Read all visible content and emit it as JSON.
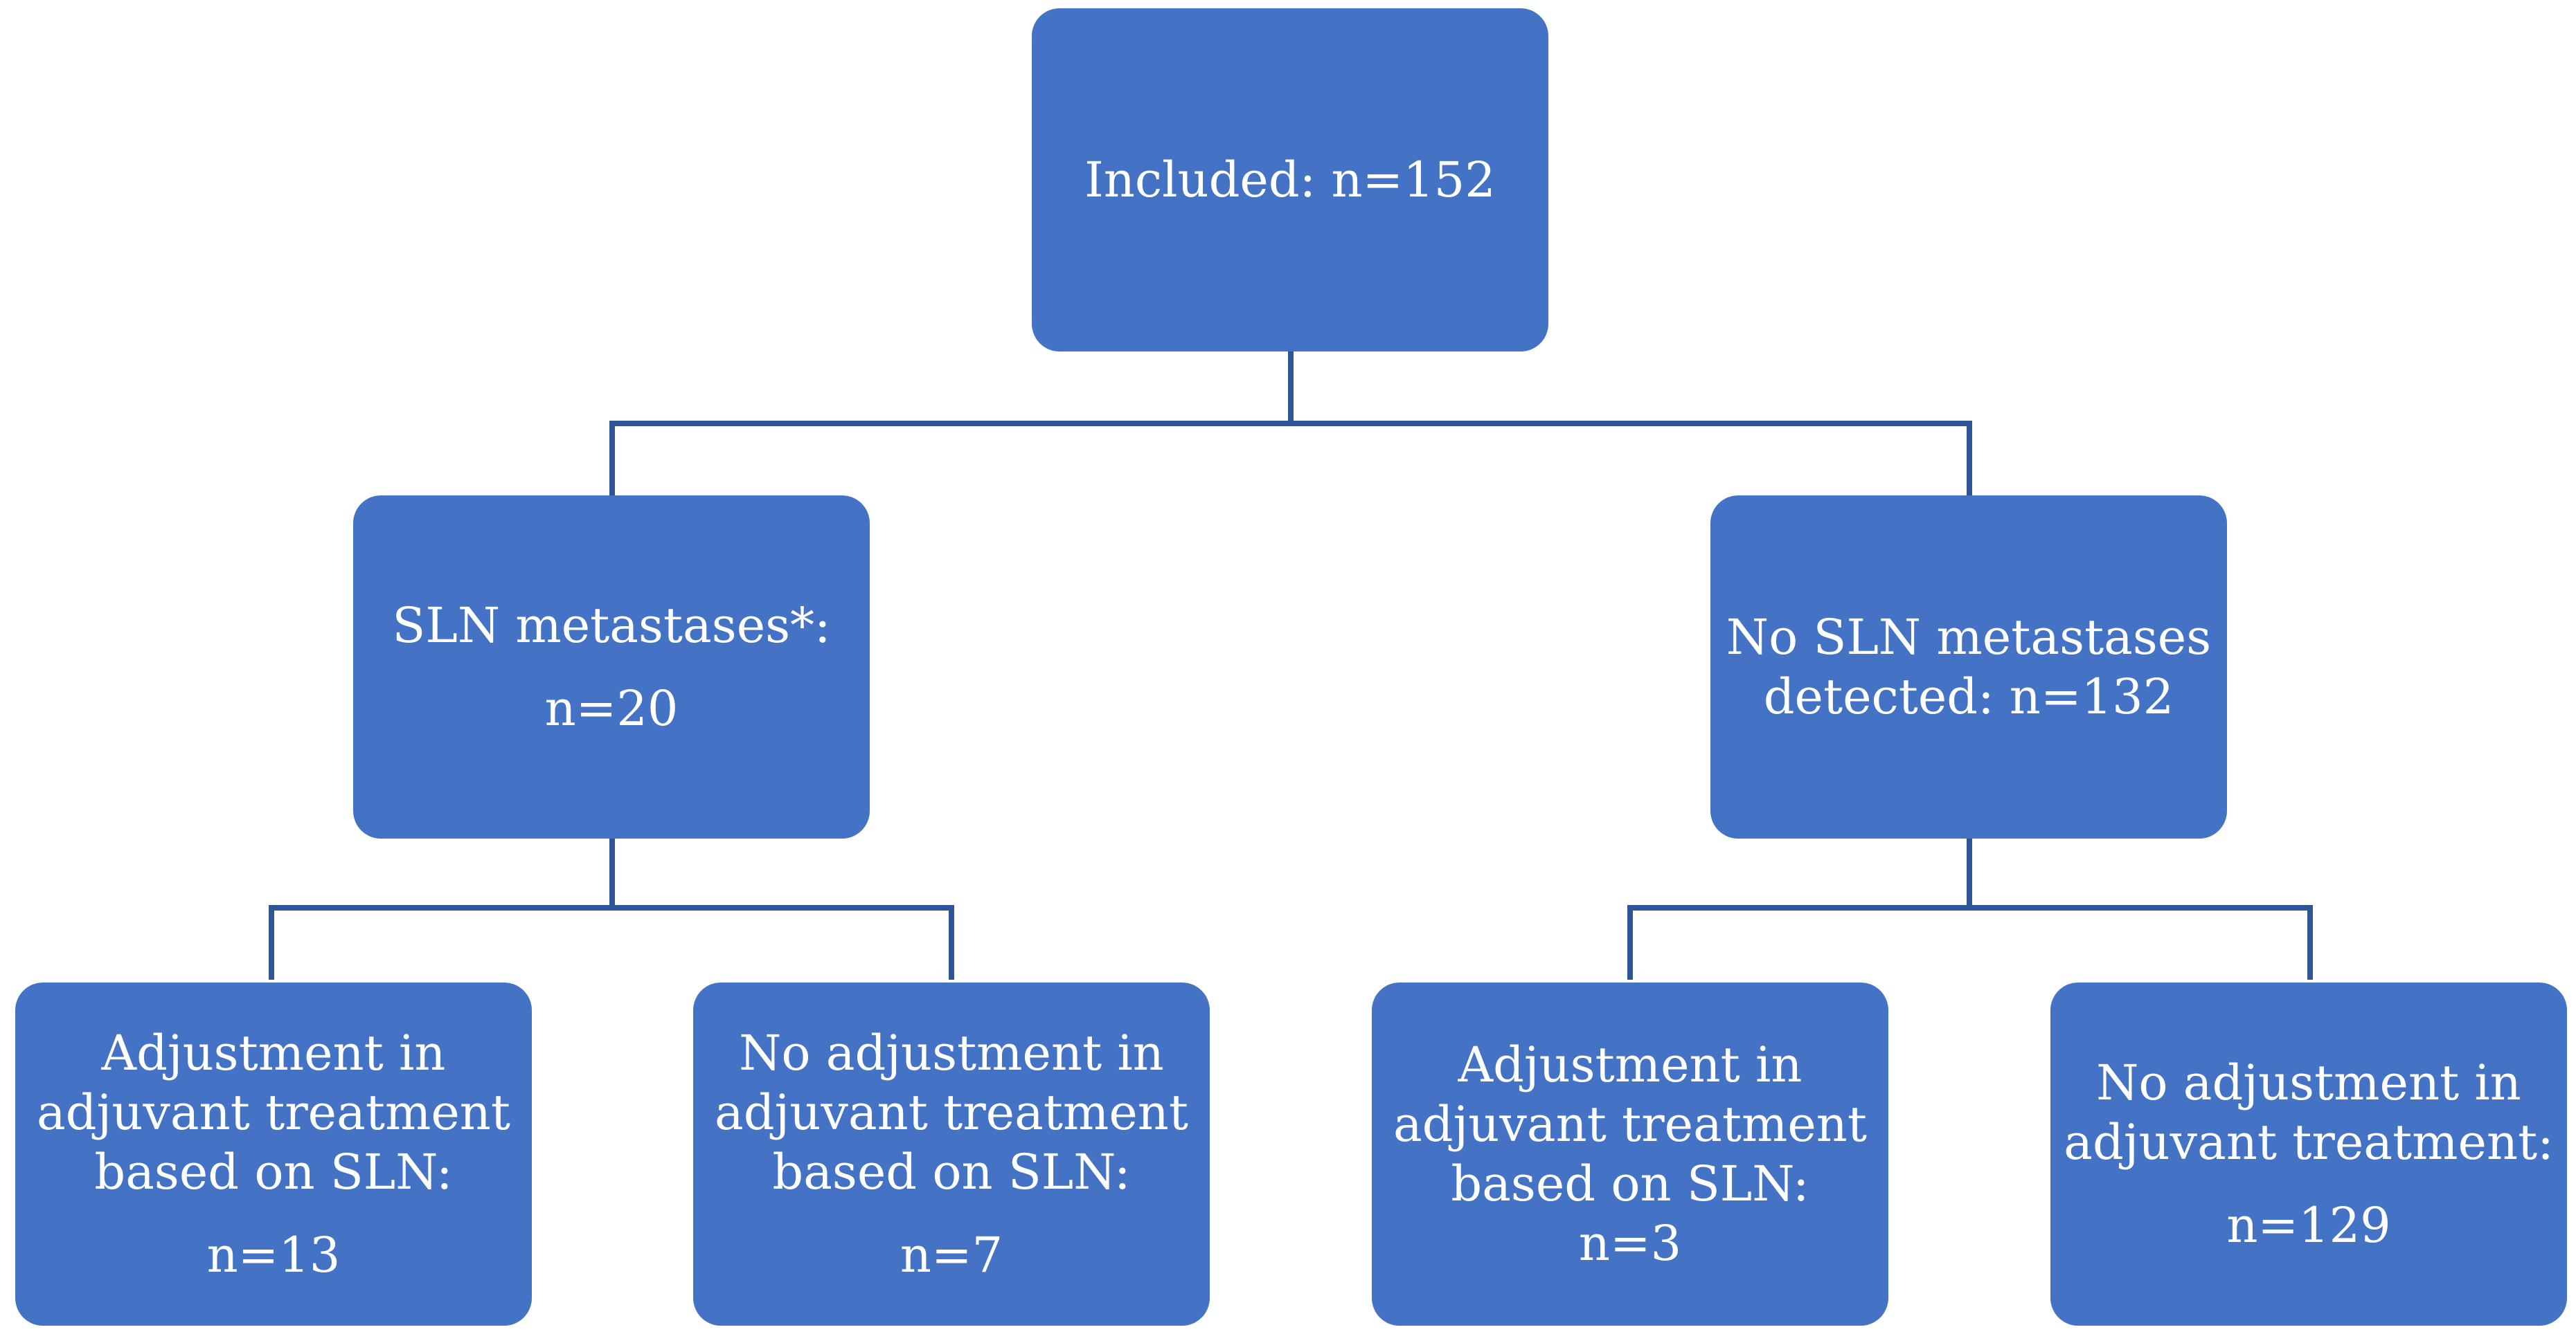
{
  "nodes": {
    "root": {
      "lines": [
        "Included: n=152"
      ]
    },
    "left": {
      "lines": [
        "SLN metastases*:",
        "n=20"
      ]
    },
    "right": {
      "lines": [
        "No SLN metastases",
        "detected: n=132"
      ]
    },
    "ll": {
      "lines": [
        "Adjustment in",
        "adjuvant treatment",
        "based on SLN:",
        "n=13"
      ]
    },
    "lr": {
      "lines": [
        "No adjustment in",
        "adjuvant treatment",
        "based on SLN:",
        "n=7"
      ]
    },
    "rl": {
      "lines": [
        "Adjustment in",
        "adjuvant treatment",
        "based on SLN:",
        "n=3"
      ]
    },
    "rr": {
      "lines": [
        "No adjustment in",
        "adjuvant treatment:",
        "n=129"
      ]
    }
  },
  "colors": {
    "box_fill": "#4472C4",
    "connector": "#2F5597",
    "text": "#FFFFFF"
  }
}
